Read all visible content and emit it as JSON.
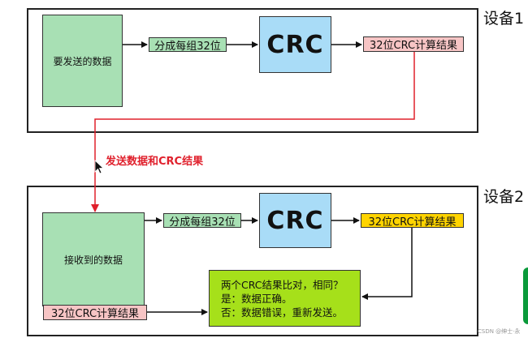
{
  "device1": {
    "label": "设备1",
    "data_box": "要发送的数据",
    "split_box": "分成每组32位",
    "crc_box": "CRC",
    "result_box": "32位CRC计算结果"
  },
  "transfer_label": "发送数据和CRC结果",
  "device2": {
    "label": "设备2",
    "data_box": "接收到的数据",
    "split_box": "分成每组32位",
    "crc_box": "CRC",
    "result_box": "32位CRC计算结果",
    "received_crc_box": "32位CRC计算结果",
    "compare_lines": [
      "两个CRC结果比对，相同？",
      "是：数据正确。",
      "否：数据错误，重新发送。"
    ]
  },
  "watermark": "CSDN @绅士·永",
  "colors": {
    "data_green": "#a8e0b4",
    "crc_blue": "#a9dcf7",
    "result_pink": "#f7c5c5",
    "result_yellow": "#ffd400",
    "compare_lime": "#a6e01a",
    "transfer_red": "#e0202c"
  }
}
